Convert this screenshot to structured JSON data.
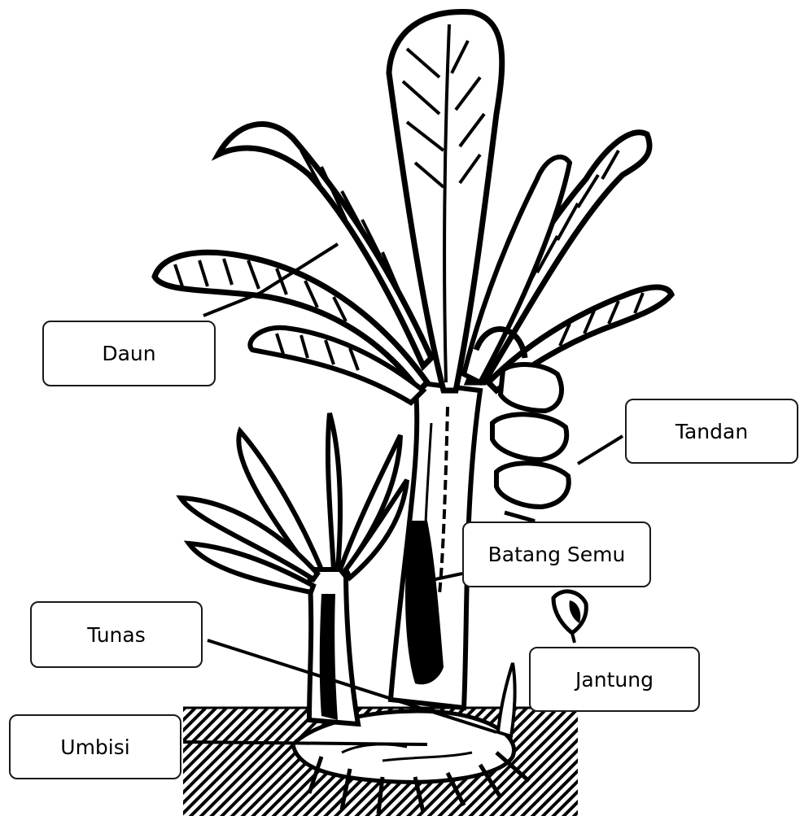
{
  "labels": {
    "daun": "Daun",
    "tandan": "Tandan",
    "batang_semu": "Batang Semu",
    "tunas": "Tunas",
    "jantung": "Jantung",
    "umbisi": "Umbisi"
  },
  "colors": {
    "ink": "#000000",
    "paper": "#ffffff",
    "box_border": "#1a1a1a"
  }
}
